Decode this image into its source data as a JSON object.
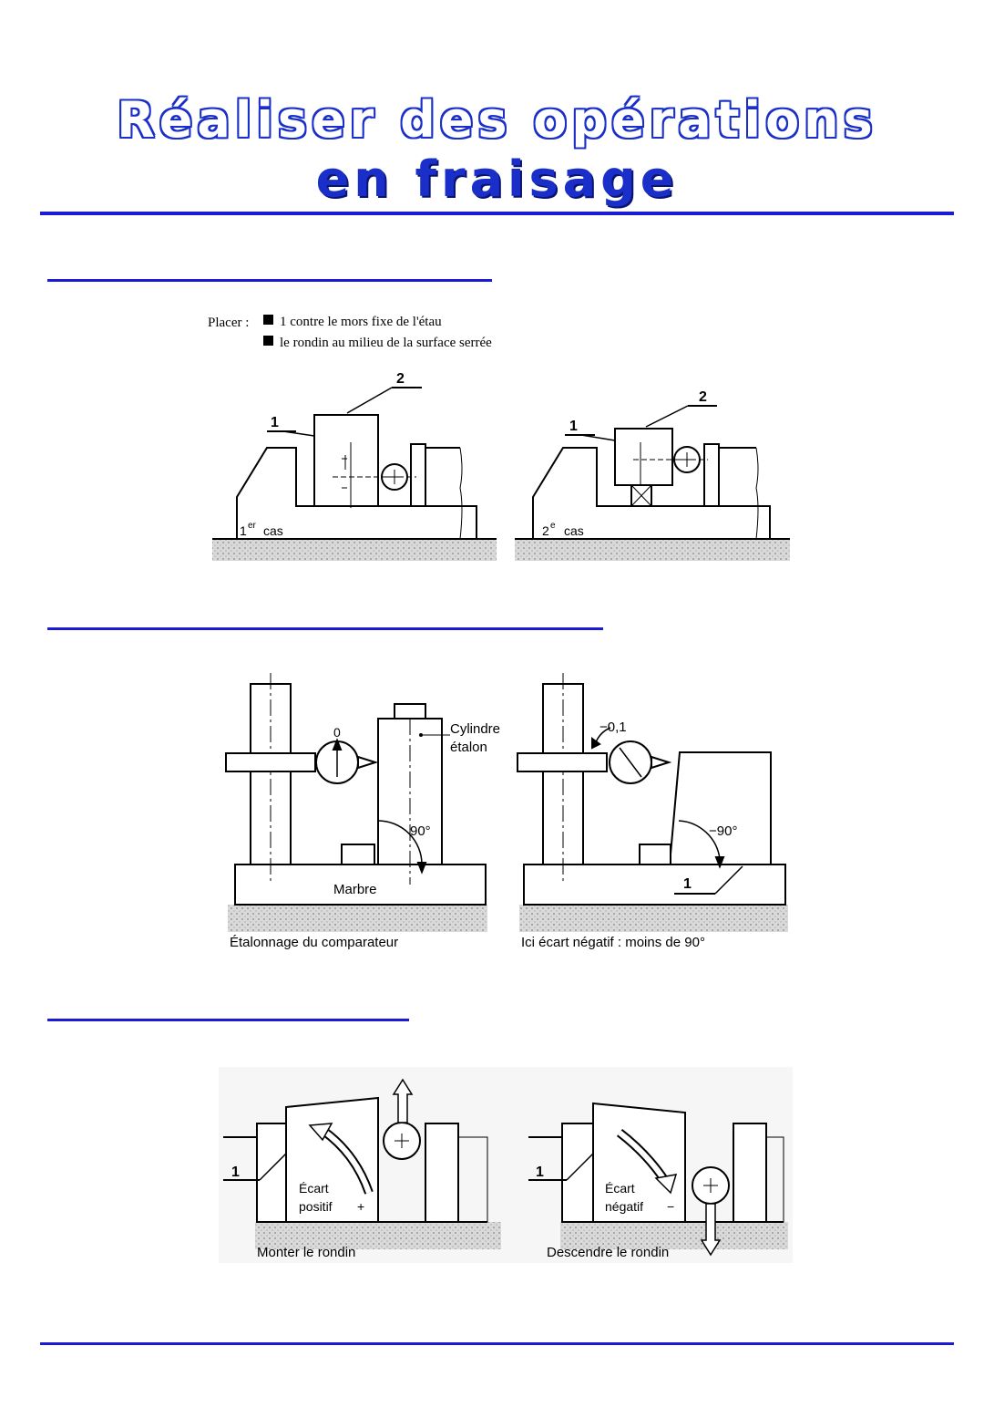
{
  "header": {
    "title_line1": "Réaliser des opérations",
    "title_line2": "en fraisage"
  },
  "figure1": {
    "instr_label": "Placer :",
    "instr_items": [
      "1 contre le mors fixe de l'étau",
      "le rondin au milieu de la surface serrée"
    ],
    "label_1": "1",
    "label_2": "2",
    "case1_num": "1",
    "case1_sup": "er",
    "case1_word": "cas",
    "case2_num": "2",
    "case2_sup": "e",
    "case2_word": "cas"
  },
  "figure2": {
    "dial_left": "0",
    "cylinder_label_1": "Cylindre",
    "cylinder_label_2": "étalon",
    "angle_left": "90°",
    "marble_label": "Marbre",
    "caption_left": "Étalonnage du comparateur",
    "dial_right": "−0,1",
    "angle_right": "−90°",
    "label_1": "1",
    "caption_right": "Ici écart négatif : moins de 90°"
  },
  "figure3": {
    "label_1_left": "1",
    "ecart_left_1": "Écart",
    "ecart_left_2": "positif",
    "sign_left": "+",
    "caption_left": "Monter le rondin",
    "label_1_right": "1",
    "ecart_right_1": "Écart",
    "ecart_right_2": "négatif",
    "sign_right": "−",
    "caption_right": "Descendre le rondin"
  }
}
